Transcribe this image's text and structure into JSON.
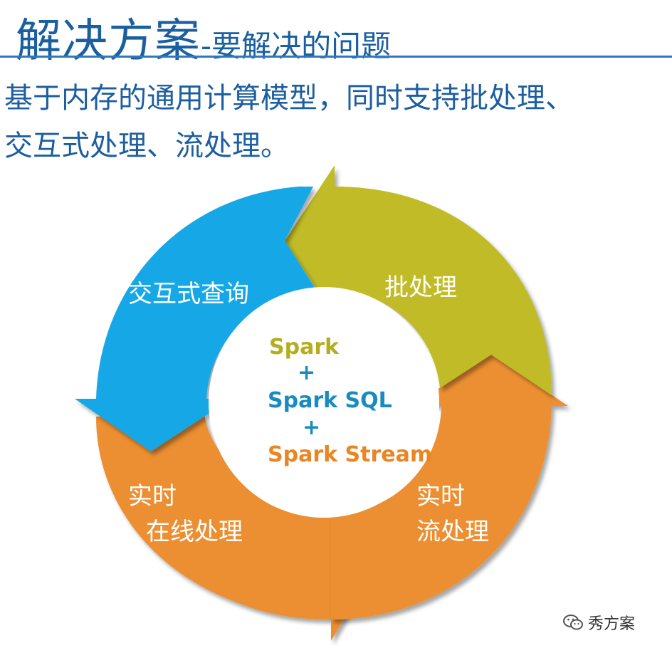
{
  "header": {
    "title_main": "解决方案",
    "title_sub": "-要解决的问题"
  },
  "intro": {
    "line1": "基于内存的通用计算模型，同时支持批处理、",
    "line2": "交互式处理、流处理。"
  },
  "cycle": {
    "interactive_query": "交互式查询",
    "batch": "批处理",
    "realtime_online_1": "实时",
    "realtime_online_2": "在线处理",
    "realtime_stream_1": "实时",
    "realtime_stream_2": "流处理"
  },
  "center": {
    "spark": "Spark",
    "plus1": "+",
    "spark_sql": "Spark SQL",
    "plus2": "+",
    "spark_stream": "Spark Stream"
  },
  "watermark": {
    "text": "秀方案",
    "icon": "wechat-icon"
  },
  "colors": {
    "blue": "#13a8e6",
    "olive": "#c0bb25",
    "orange": "#ec8f33",
    "title": "#1a5fa0",
    "center_olive": "#b3ad1f",
    "center_blue": "#1a8bbf",
    "center_orange": "#e98522"
  }
}
